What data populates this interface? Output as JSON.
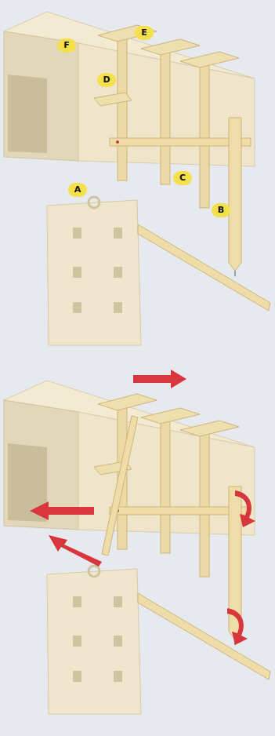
{
  "diagram": {
    "labels": [
      "E",
      "F",
      "D",
      "C",
      "A",
      "B"
    ]
  }
}
